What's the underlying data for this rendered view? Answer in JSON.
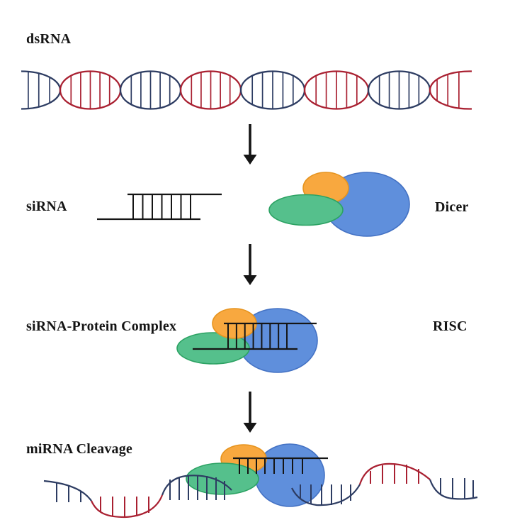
{
  "diagram": {
    "topic": "RNA interference pathway",
    "steps": [
      {
        "id": "dsrna",
        "label": "dsRNA"
      },
      {
        "id": "sirna",
        "label": "siRNA",
        "enzyme_label": "Dicer"
      },
      {
        "id": "sirna-protein-complex",
        "label": "siRNA-Protein Complex",
        "complex_label": "RISC"
      },
      {
        "id": "mirna-cleavage",
        "label": "miRNA Cleavage"
      }
    ],
    "colors": {
      "strand_navy": "#2d3c62",
      "strand_red": "#a92031",
      "protein_blue_fill": "#5f8fdc",
      "protein_blue_border": "#4472c4",
      "protein_green_fill": "#55c08c",
      "protein_green_border": "#2ca263",
      "protein_orange_fill": "#f8a83f",
      "protein_orange_border": "#e6941f",
      "line_black": "#151515",
      "text": "#151515"
    }
  }
}
